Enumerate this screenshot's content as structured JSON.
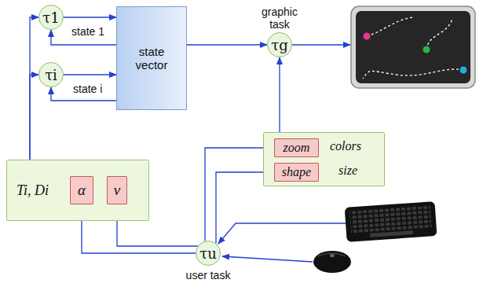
{
  "diagram": {
    "nodes": [
      {
        "text": [
          "τ1"
        ]
      },
      {
        "text": [
          "τi"
        ]
      },
      {
        "text": [
          "state vector"
        ]
      },
      {
        "text": [
          "graphic task",
          "τg"
        ]
      },
      {
        "text": [
          "colors",
          "size"
        ]
      },
      {
        "text": [
          "zoom"
        ],
        "in": 4
      },
      {
        "text": [
          "shape"
        ],
        "in": 4
      },
      {
        "text": [
          "Ti, Di"
        ]
      },
      {
        "text": [
          "α"
        ],
        "in": 7
      },
      {
        "text": [
          "v"
        ],
        "in": 7
      },
      {
        "text": [
          "τu",
          "user task"
        ]
      }
    ],
    "edges": [
      {
        "from": 0,
        "to": 2,
        "arrow": "to"
      },
      {
        "from": 2,
        "to": 0,
        "arrow": "to"
      },
      {
        "from": 1,
        "to": 2,
        "arrow": "to"
      },
      {
        "from": 2,
        "to": 1,
        "arrow": "to"
      },
      {
        "from": 2,
        "to": 3,
        "arrow": "to"
      },
      {
        "from": 4,
        "to": 3,
        "arrow": "to"
      },
      {
        "from": 10,
        "to": 5,
        "arrow": "to"
      },
      {
        "from": 10,
        "to": 6,
        "arrow": "to"
      },
      {
        "from": 10,
        "to": 8,
        "arrow": "to"
      },
      {
        "from": 10,
        "to": 9,
        "arrow": "to"
      },
      {
        "from": 7,
        "to": 0,
        "arrow": "to"
      },
      {
        "from": 7,
        "to": 1,
        "arrow": "to"
      }
    ],
    "labels": [
      "state 1",
      "state i"
    ]
  }
}
